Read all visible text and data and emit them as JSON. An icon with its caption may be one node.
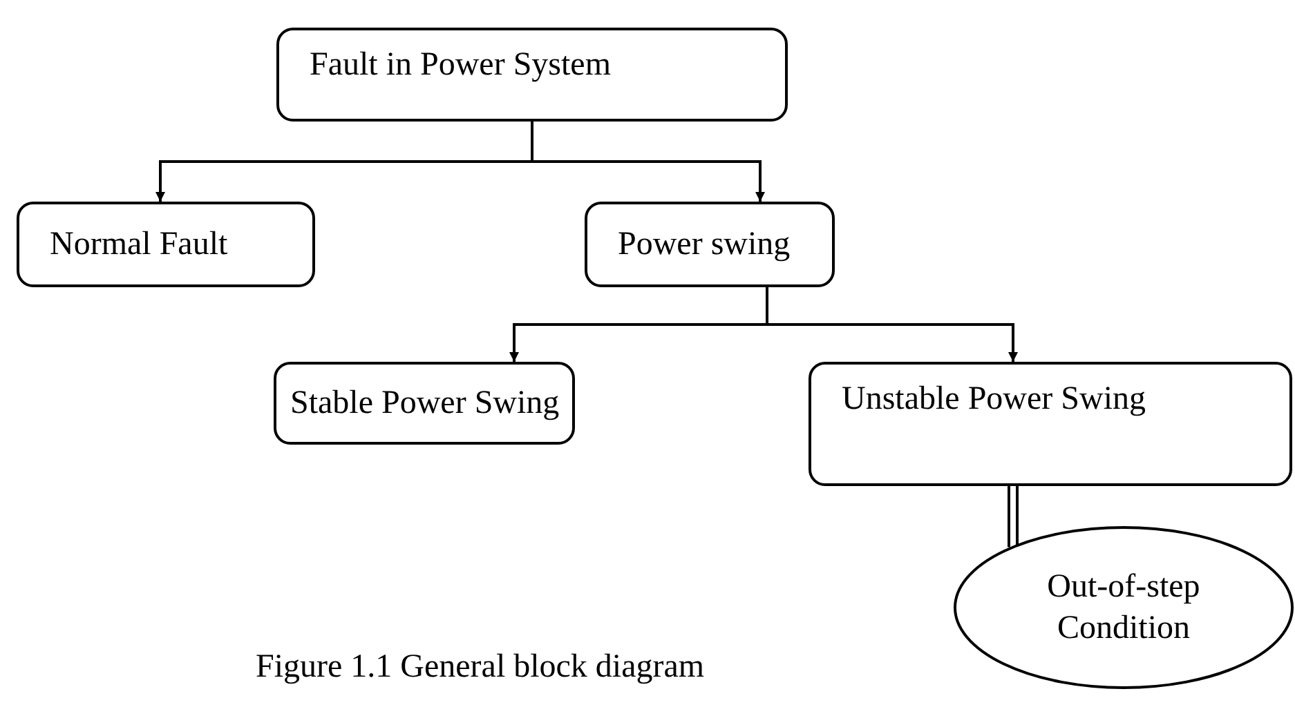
{
  "diagram": {
    "caption": "Figure 1.1 General block diagram",
    "nodes": [
      {
        "text": [
          "Fault in Power System"
        ]
      },
      {
        "text": [
          "Normal Fault"
        ]
      },
      {
        "text": [
          "Power swing"
        ]
      },
      {
        "text": [
          "Stable Power Swing"
        ]
      },
      {
        "text": [
          "Unstable Power Swing"
        ]
      },
      {
        "text": [
          "Out-of-step Condition"
        ]
      }
    ],
    "edges": [
      {
        "from": 0,
        "to": 1,
        "arrow": "to"
      },
      {
        "from": 0,
        "to": 2,
        "arrow": "to"
      },
      {
        "from": 2,
        "to": 3,
        "arrow": "to"
      },
      {
        "from": 2,
        "to": 4,
        "arrow": "to"
      },
      {
        "from": 4,
        "to": 5,
        "arrow": "none",
        "style": "thick"
      }
    ]
  }
}
